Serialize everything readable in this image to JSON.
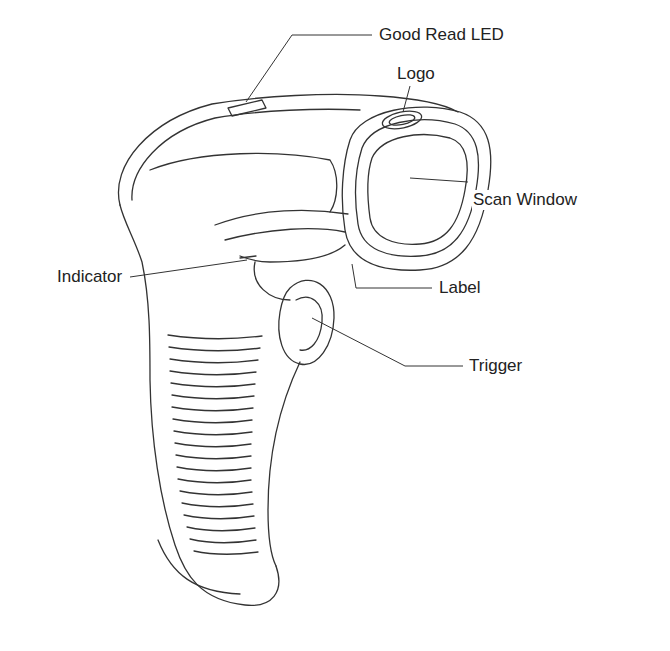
{
  "diagram": {
    "labels": [
      "Good Read LED",
      "Logo",
      "Scan Window",
      "Indicator",
      "Label",
      "Trigger"
    ]
  }
}
